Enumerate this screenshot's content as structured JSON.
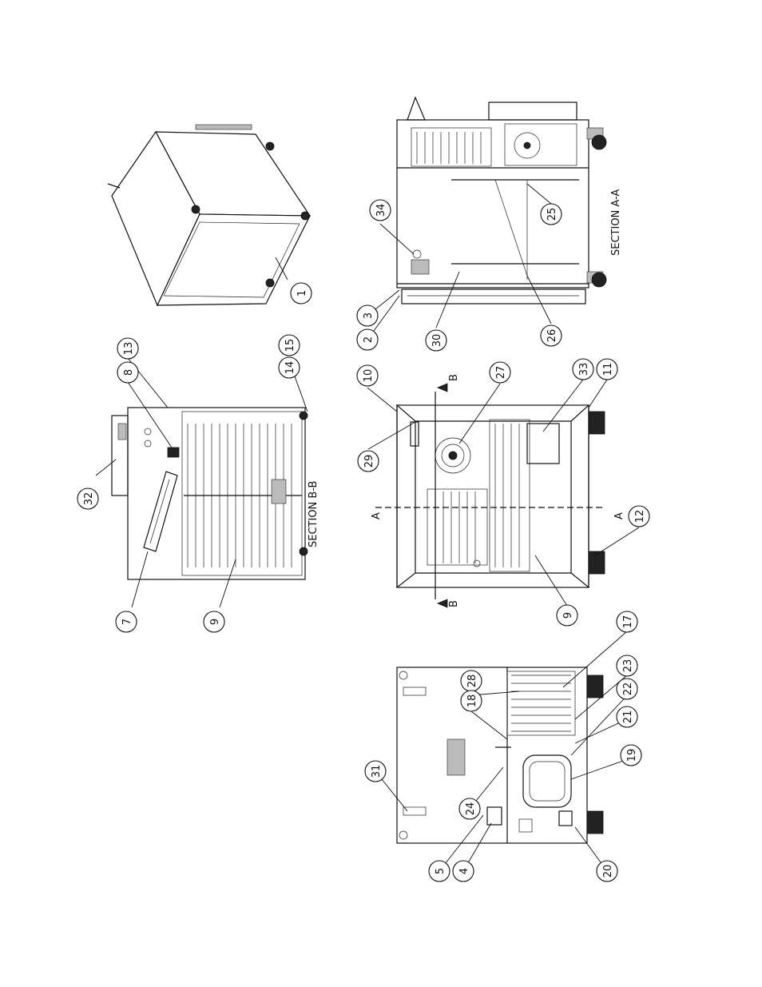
{
  "sections": {
    "section_bb": "SECTION B-B",
    "section_aa": "SECTION A-A",
    "cut_a_left": "A",
    "cut_a_right": "A",
    "cut_b_top": "B",
    "cut_b_bottom": "B"
  },
  "callouts": [
    {
      "id": "c1",
      "label": "1"
    },
    {
      "id": "c2",
      "label": "2"
    },
    {
      "id": "c3",
      "label": "3"
    },
    {
      "id": "c34",
      "label": "34"
    },
    {
      "id": "c30",
      "label": "30"
    },
    {
      "id": "c26",
      "label": "26"
    },
    {
      "id": "c25",
      "label": "25"
    },
    {
      "id": "c13",
      "label": "13"
    },
    {
      "id": "c8",
      "label": "8"
    },
    {
      "id": "c32",
      "label": "32"
    },
    {
      "id": "c7",
      "label": "7"
    },
    {
      "id": "c9a",
      "label": "9"
    },
    {
      "id": "c14",
      "label": "14"
    },
    {
      "id": "c15",
      "label": "15"
    },
    {
      "id": "c10",
      "label": "10"
    },
    {
      "id": "c29",
      "label": "29"
    },
    {
      "id": "c27",
      "label": "27"
    },
    {
      "id": "c33",
      "label": "33"
    },
    {
      "id": "c11",
      "label": "11"
    },
    {
      "id": "c12",
      "label": "12"
    },
    {
      "id": "c9b",
      "label": "9"
    },
    {
      "id": "c31",
      "label": "31"
    },
    {
      "id": "c28",
      "label": "28"
    },
    {
      "id": "c18",
      "label": "18"
    },
    {
      "id": "c17",
      "label": "17"
    },
    {
      "id": "c23",
      "label": "23"
    },
    {
      "id": "c22",
      "label": "22"
    },
    {
      "id": "c21",
      "label": "21"
    },
    {
      "id": "c19",
      "label": "19"
    },
    {
      "id": "c24",
      "label": "24"
    },
    {
      "id": "c5",
      "label": "5"
    },
    {
      "id": "c4",
      "label": "4"
    },
    {
      "id": "c20",
      "label": "20"
    }
  ]
}
